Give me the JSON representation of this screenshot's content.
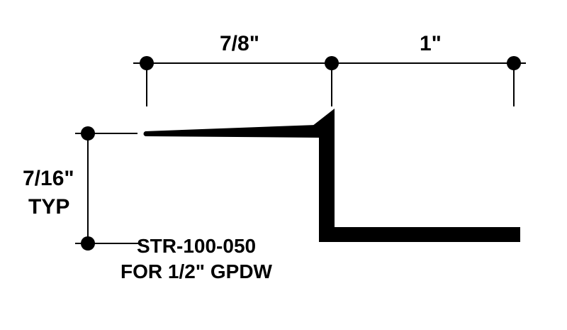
{
  "dimensions": {
    "top_left": "7/8\"",
    "top_right": "1\"",
    "side_value": "7/16\"",
    "side_note": "TYP"
  },
  "part": {
    "number": "STR-100-050",
    "description": "FOR 1/2\" GPDW"
  },
  "colors": {
    "ink": "#000000",
    "background": "#ffffff"
  }
}
